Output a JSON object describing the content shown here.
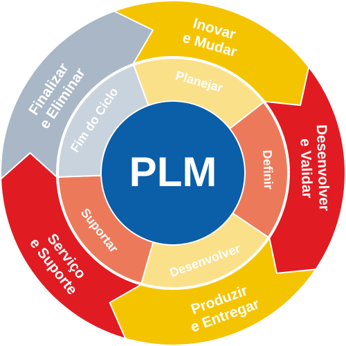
{
  "center": {
    "label": "PLM",
    "color": "#0b5ea8"
  },
  "colors": {
    "yellow": "#f5c400",
    "red": "#e11b22",
    "grey": "#a9b7c7",
    "pale_yellow": "#fbe08a",
    "salmon": "#ec7a5a",
    "pale_grey": "#c9d3de",
    "border": "#ffffff"
  },
  "outer_ring": [
    {
      "lines": [
        "Inovar",
        "e Mudar"
      ],
      "color": "#f5c400"
    },
    {
      "lines": [
        "Desenvolver",
        "e Validar"
      ],
      "color": "#e11b22"
    },
    {
      "lines": [
        "Produzir",
        "e Entregar"
      ],
      "color": "#f5c400"
    },
    {
      "lines": [
        "Serviço",
        "e Suporte"
      ],
      "color": "#e11b22"
    },
    {
      "lines": [
        "Finalizar",
        "e Eliminar"
      ],
      "color": "#a9b7c7"
    }
  ],
  "middle_ring": [
    {
      "label": "Planejar",
      "color": "#fbe08a"
    },
    {
      "label": "Definir",
      "color": "#ec7a5a"
    },
    {
      "label": "Desenvolver",
      "color": "#fbe08a"
    },
    {
      "label": "Suportar",
      "color": "#ec7a5a"
    },
    {
      "label": "Fim do Ciclo",
      "color": "#c9d3de"
    }
  ]
}
